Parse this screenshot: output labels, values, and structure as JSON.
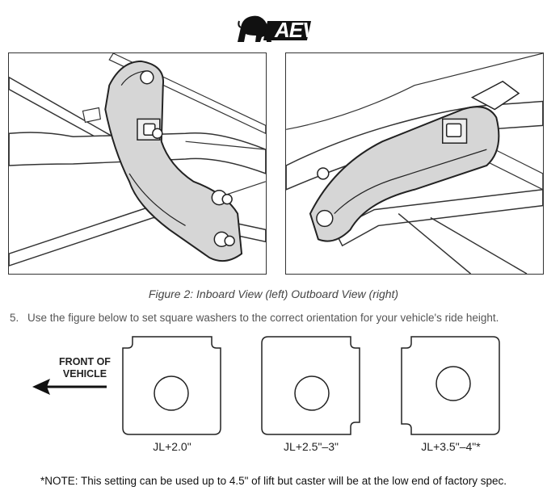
{
  "brand": {
    "name": "AEV"
  },
  "figure": {
    "caption": "Figure 2: Inboard View (left) Outboard View (right)"
  },
  "step": {
    "number": "5.",
    "text": "Use the figure below to set square washers to the correct orientation for your vehicle's ride height."
  },
  "direction": {
    "line1": "FRONT OF",
    "line2": "VEHICLE"
  },
  "washers": [
    {
      "label": "JL+2.0\""
    },
    {
      "label": "JL+2.5\"–3\""
    },
    {
      "label": "JL+3.5\"–4\"*"
    }
  ],
  "note": "*NOTE: This setting can be used up to 4.5\" of lift but caster will be at the low end of factory spec."
}
